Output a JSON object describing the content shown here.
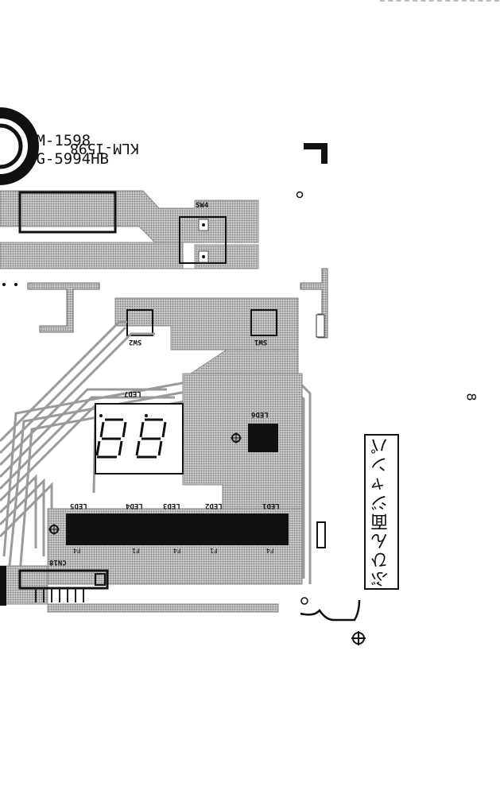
{
  "model_codes": {
    "line1": "LM-1598",
    "mirrored": "KLM-1598",
    "line2": "YG-5994HB"
  },
  "switches": {
    "sw4": "SW4",
    "sw2": "SW2",
    "sw1": "SW1"
  },
  "leds": {
    "led7": "LED7",
    "led6": "LED6",
    "led5": "LED5",
    "led4": "LED4",
    "led3": "LED3",
    "led2": "LED2",
    "led1": "LED1"
  },
  "connector": {
    "label": "CN18",
    "pin_labels": [
      "F4",
      "F1",
      "F4",
      "F1",
      "F4"
    ]
  },
  "vertical_label": "ぶひん面ジャンパ",
  "page_number": "8",
  "colors": {
    "copper": "#b9b9b9",
    "copper_dark": "#8a8a8a",
    "ink": "#111111",
    "paper": "#ffffff"
  },
  "icons": [
    "registration-target-icon",
    "mounting-hole-icon"
  ]
}
